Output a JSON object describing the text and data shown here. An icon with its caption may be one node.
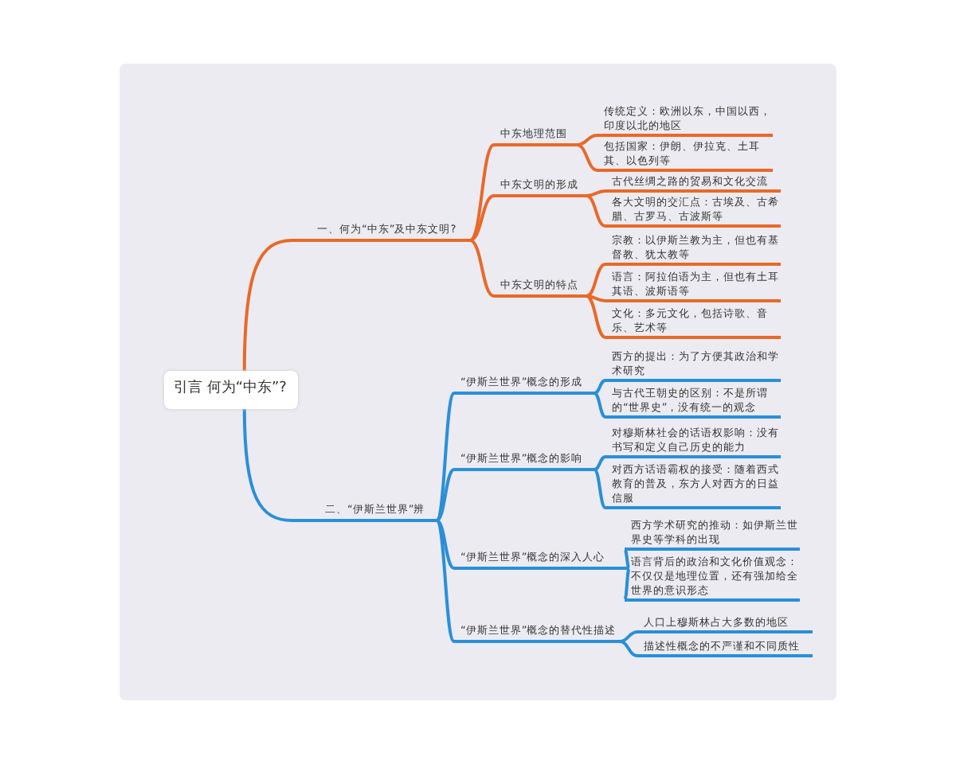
{
  "diagram": {
    "nodes": [
      {
        "text": [
          "引言 何为“中东”?"
        ]
      },
      {
        "text": [
          "一、何为“中东”及中东文明?"
        ]
      },
      {
        "text": [
          "中东地理范围"
        ]
      },
      {
        "text": [
          "传统定义：欧洲以东，中国以西，印度以北的地区"
        ]
      },
      {
        "text": [
          "包括国家：伊朗、伊拉克、土耳其、以色列等"
        ]
      },
      {
        "text": [
          "中东文明的形成"
        ]
      },
      {
        "text": [
          "古代丝绸之路的贸易和文化交流"
        ]
      },
      {
        "text": [
          "各大文明的交汇点：古埃及、古希腊、古罗马、古波斯等"
        ]
      },
      {
        "text": [
          "中东文明的特点"
        ]
      },
      {
        "text": [
          "宗教：以伊斯兰教为主，但也有基督教、犹太教等"
        ]
      },
      {
        "text": [
          "语言：阿拉伯语为主，但也有土耳其语、波斯语等"
        ]
      },
      {
        "text": [
          "文化：多元文化，包括诗歌、音乐、艺术等"
        ]
      },
      {
        "text": [
          "二、“伊斯兰世界”辨"
        ]
      },
      {
        "text": [
          "“伊斯兰世界”概念的形成"
        ]
      },
      {
        "text": [
          "西方的提出：为了方便其政治和学术研究"
        ]
      },
      {
        "text": [
          "与古代王朝史的区别：不是所谓的“世界史”，没有统一的观念"
        ]
      },
      {
        "text": [
          "“伊斯兰世界”概念的影响"
        ]
      },
      {
        "text": [
          "对穆斯林社会的话语权影响：没有书写和定义自己历史的能力"
        ]
      },
      {
        "text": [
          "对西方话语霸权的接受：随着西式教育的普及，东方人对西方的日益信服"
        ]
      },
      {
        "text": [
          "“伊斯兰世界”概念的深入人心"
        ]
      },
      {
        "text": [
          "西方学术研究的推动：如伊斯兰世界史等学科的出现"
        ]
      },
      {
        "text": [
          "语言背后的政治和文化价值观念：不仅仅是地理位置，还有强加给全世界的意识形态"
        ]
      },
      {
        "text": [
          "“伊斯兰世界”概念的替代性描述"
        ]
      },
      {
        "text": [
          "人口上穆斯林占大多数的地区"
        ]
      },
      {
        "text": [
          "描述性概念的不严谨和不同质性"
        ]
      }
    ],
    "edges": [
      {
        "from": 0,
        "to": 1,
        "arrow": "none",
        "color": "#e8692a"
      },
      {
        "from": 1,
        "to": 2,
        "arrow": "none",
        "color": "#e8692a"
      },
      {
        "from": 2,
        "to": 3,
        "arrow": "none",
        "color": "#e8692a"
      },
      {
        "from": 2,
        "to": 4,
        "arrow": "none",
        "color": "#e8692a"
      },
      {
        "from": 1,
        "to": 5,
        "arrow": "none",
        "color": "#e8692a"
      },
      {
        "from": 5,
        "to": 6,
        "arrow": "none",
        "color": "#e8692a"
      },
      {
        "from": 5,
        "to": 7,
        "arrow": "none",
        "color": "#e8692a"
      },
      {
        "from": 1,
        "to": 8,
        "arrow": "none",
        "color": "#e8692a"
      },
      {
        "from": 8,
        "to": 9,
        "arrow": "none",
        "color": "#e8692a"
      },
      {
        "from": 8,
        "to": 10,
        "arrow": "none",
        "color": "#e8692a"
      },
      {
        "from": 8,
        "to": 11,
        "arrow": "none",
        "color": "#e8692a"
      },
      {
        "from": 0,
        "to": 12,
        "arrow": "none",
        "color": "#2a8fd8"
      },
      {
        "from": 12,
        "to": 13,
        "arrow": "none",
        "color": "#2a8fd8"
      },
      {
        "from": 13,
        "to": 14,
        "arrow": "none",
        "color": "#2a8fd8"
      },
      {
        "from": 13,
        "to": 15,
        "arrow": "none",
        "color": "#2a8fd8"
      },
      {
        "from": 12,
        "to": 16,
        "arrow": "none",
        "color": "#2a8fd8"
      },
      {
        "from": 16,
        "to": 17,
        "arrow": "none",
        "color": "#2a8fd8"
      },
      {
        "from": 16,
        "to": 18,
        "arrow": "none",
        "color": "#2a8fd8"
      },
      {
        "from": 12,
        "to": 19,
        "arrow": "none",
        "color": "#2a8fd8"
      },
      {
        "from": 19,
        "to": 20,
        "arrow": "none",
        "color": "#2a8fd8"
      },
      {
        "from": 19,
        "to": 21,
        "arrow": "none",
        "color": "#2a8fd8"
      },
      {
        "from": 12,
        "to": 22,
        "arrow": "none",
        "color": "#2a8fd8"
      },
      {
        "from": 22,
        "to": 23,
        "arrow": "none",
        "color": "#2a8fd8"
      },
      {
        "from": 22,
        "to": 24,
        "arrow": "none",
        "color": "#2a8fd8"
      }
    ]
  }
}
